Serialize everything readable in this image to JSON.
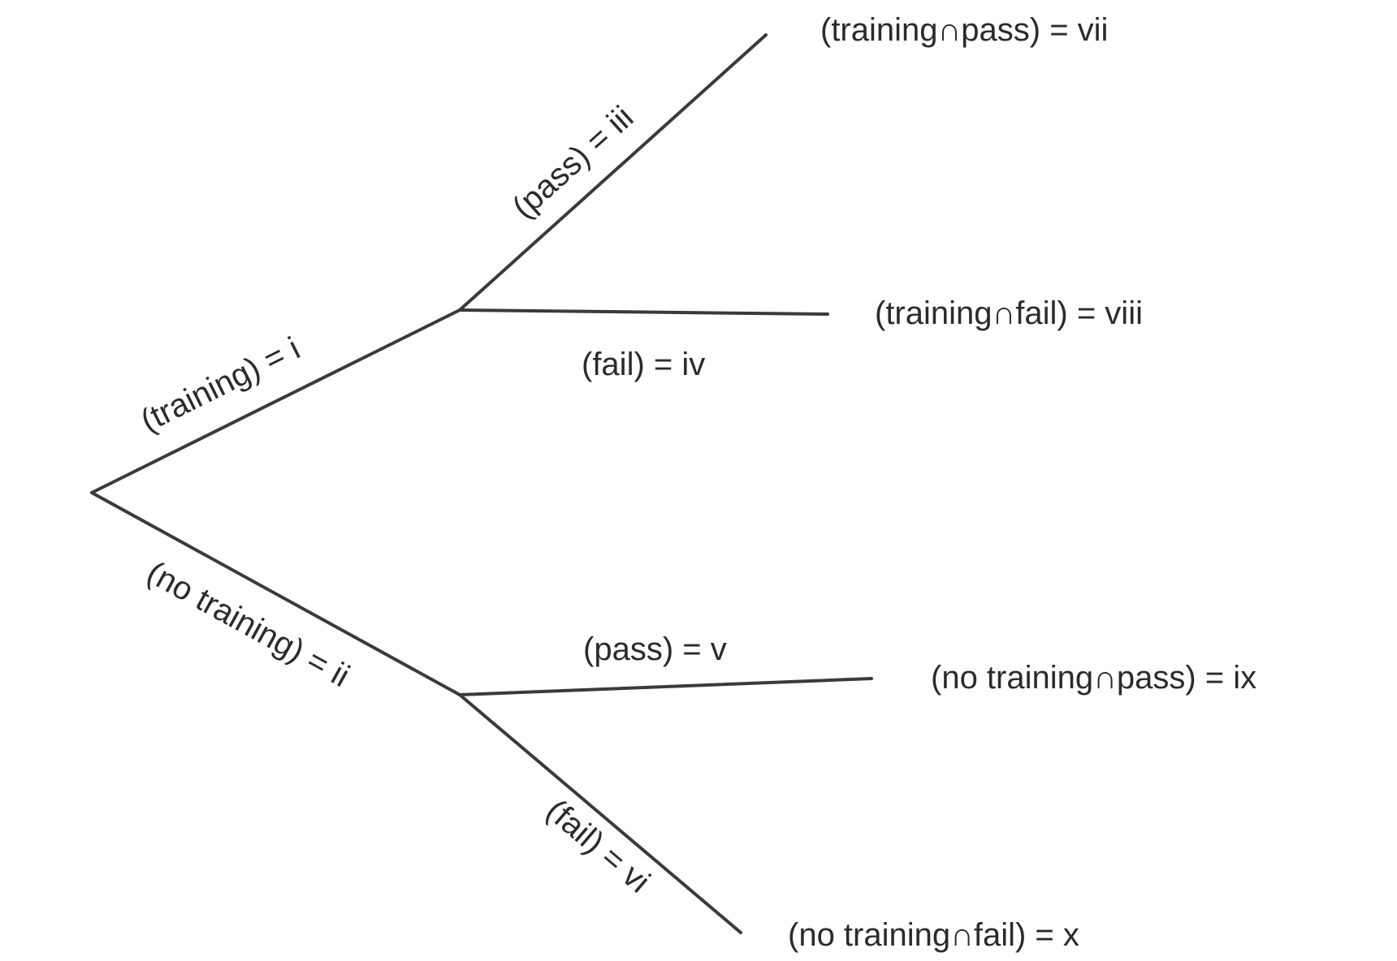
{
  "branches": {
    "training": "(training) = i",
    "no_training": "(no training) = ii",
    "training_pass": "(pass) = iii",
    "training_fail": "(fail) = iv",
    "no_training_pass": "(pass) = v",
    "no_training_fail": "(fail) = vi"
  },
  "outcomes": {
    "training_pass": "(training∩pass) = vii",
    "training_fail": "(training∩fail) = viii",
    "no_training_pass": "(no training∩pass) = ix",
    "no_training_fail": "(no training∩fail) = x"
  }
}
